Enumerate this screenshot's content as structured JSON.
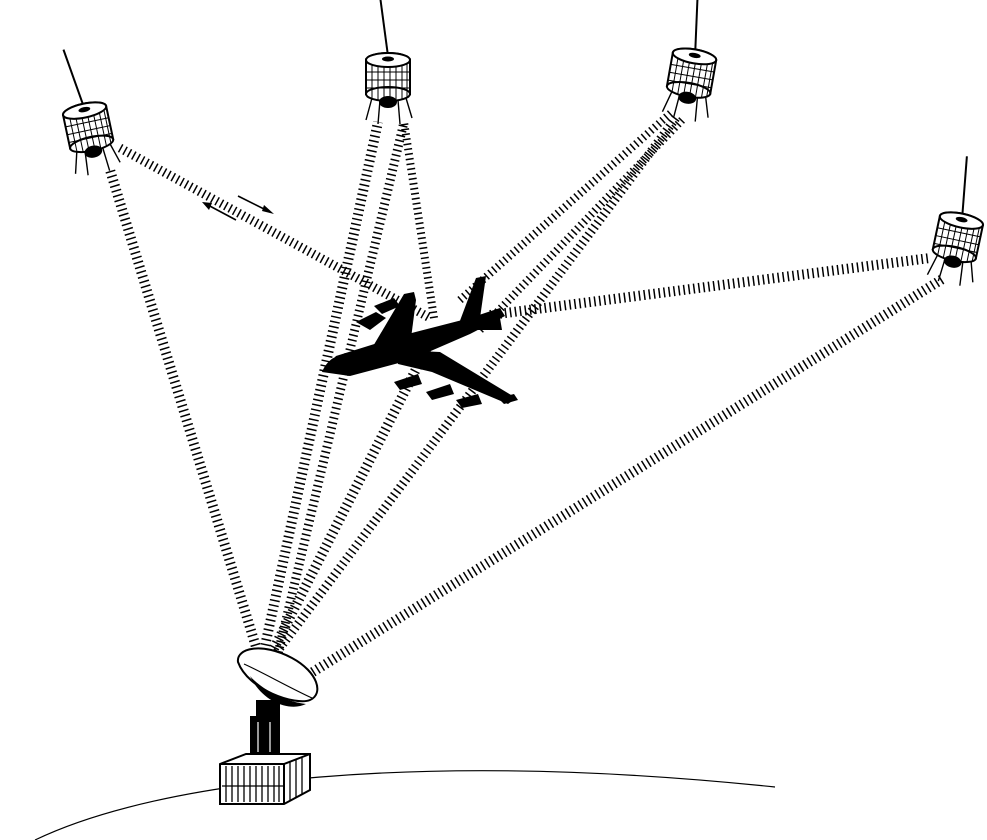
{
  "diagram": {
    "elements": {
      "satellites": [
        {
          "id": "satellite-1",
          "icon": "satellite-icon"
        },
        {
          "id": "satellite-2",
          "icon": "satellite-icon"
        },
        {
          "id": "satellite-3",
          "icon": "satellite-icon"
        },
        {
          "id": "satellite-4",
          "icon": "satellite-icon"
        }
      ],
      "aircraft": {
        "icon": "airplane-icon",
        "color": "#000000"
      },
      "ground_station": {
        "icon": "ground-antenna-icon"
      },
      "signal_colors": {
        "ink": "#000000",
        "background": "#ffffff"
      }
    },
    "links": [
      {
        "from": "ground_station",
        "to": "satellite-1"
      },
      {
        "from": "ground_station",
        "to": "satellite-2"
      },
      {
        "from": "ground_station",
        "to": "satellite-3"
      },
      {
        "from": "ground_station",
        "to": "satellite-4"
      },
      {
        "from": "ground_station",
        "to": "aircraft"
      },
      {
        "from": "aircraft",
        "to": "satellite-1",
        "bidirectional": true
      },
      {
        "from": "aircraft",
        "to": "satellite-2"
      },
      {
        "from": "aircraft",
        "to": "satellite-3"
      },
      {
        "from": "aircraft",
        "to": "satellite-4"
      }
    ]
  }
}
